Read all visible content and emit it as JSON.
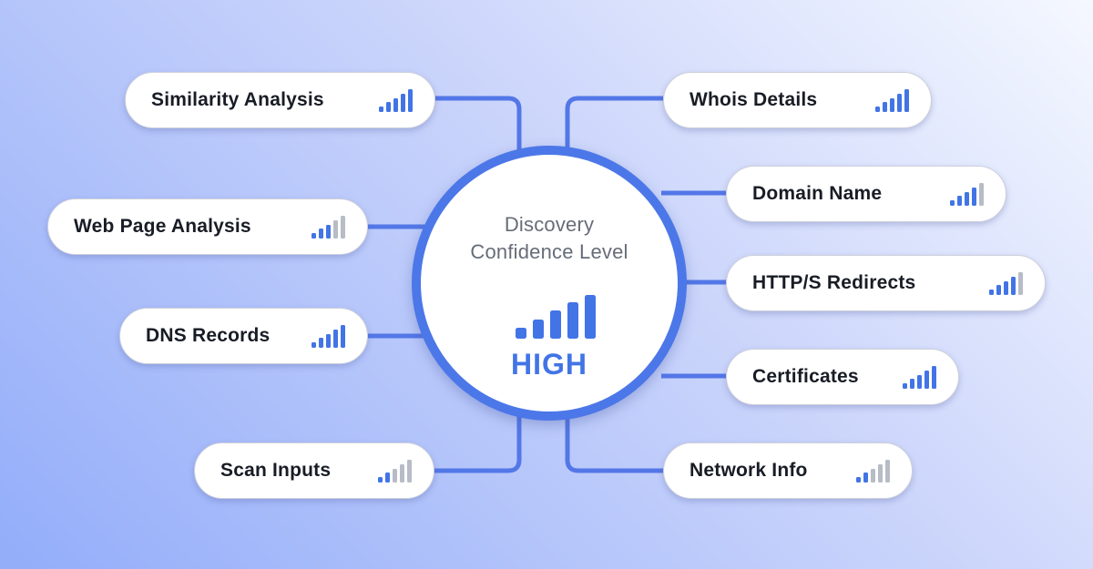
{
  "colors": {
    "bar_blue": "#4274E6",
    "bar_gray": "#B7BCC6",
    "connector": "#5377E7",
    "ring": "#4C77E8",
    "background_light": "#F5F8FF",
    "background_dark": "#93ADFA"
  },
  "diagram": {
    "center": {
      "title_line1": "Discovery",
      "title_line2": "Confidence Level",
      "level": "HIGH",
      "signal": {
        "total": 5,
        "filled": 5
      }
    },
    "nodes": [
      {
        "label": "Similarity Analysis",
        "side": "left",
        "signal": {
          "total": 5,
          "filled": 5
        }
      },
      {
        "label": "Web Page Analysis",
        "side": "left",
        "signal": {
          "total": 5,
          "filled": 3
        }
      },
      {
        "label": "DNS Records",
        "side": "left",
        "signal": {
          "total": 5,
          "filled": 5
        }
      },
      {
        "label": "Scan Inputs",
        "side": "left",
        "signal": {
          "total": 5,
          "filled": 2
        }
      },
      {
        "label": "Whois Details",
        "side": "right",
        "signal": {
          "total": 5,
          "filled": 5
        }
      },
      {
        "label": "Domain Name",
        "side": "right",
        "signal": {
          "total": 5,
          "filled": 4
        }
      },
      {
        "label": "HTTP/S Redirects",
        "side": "right",
        "signal": {
          "total": 5,
          "filled": 4
        }
      },
      {
        "label": "Certificates",
        "side": "right",
        "signal": {
          "total": 5,
          "filled": 5
        }
      },
      {
        "label": "Network Info",
        "side": "right",
        "signal": {
          "total": 5,
          "filled": 2
        }
      }
    ]
  }
}
